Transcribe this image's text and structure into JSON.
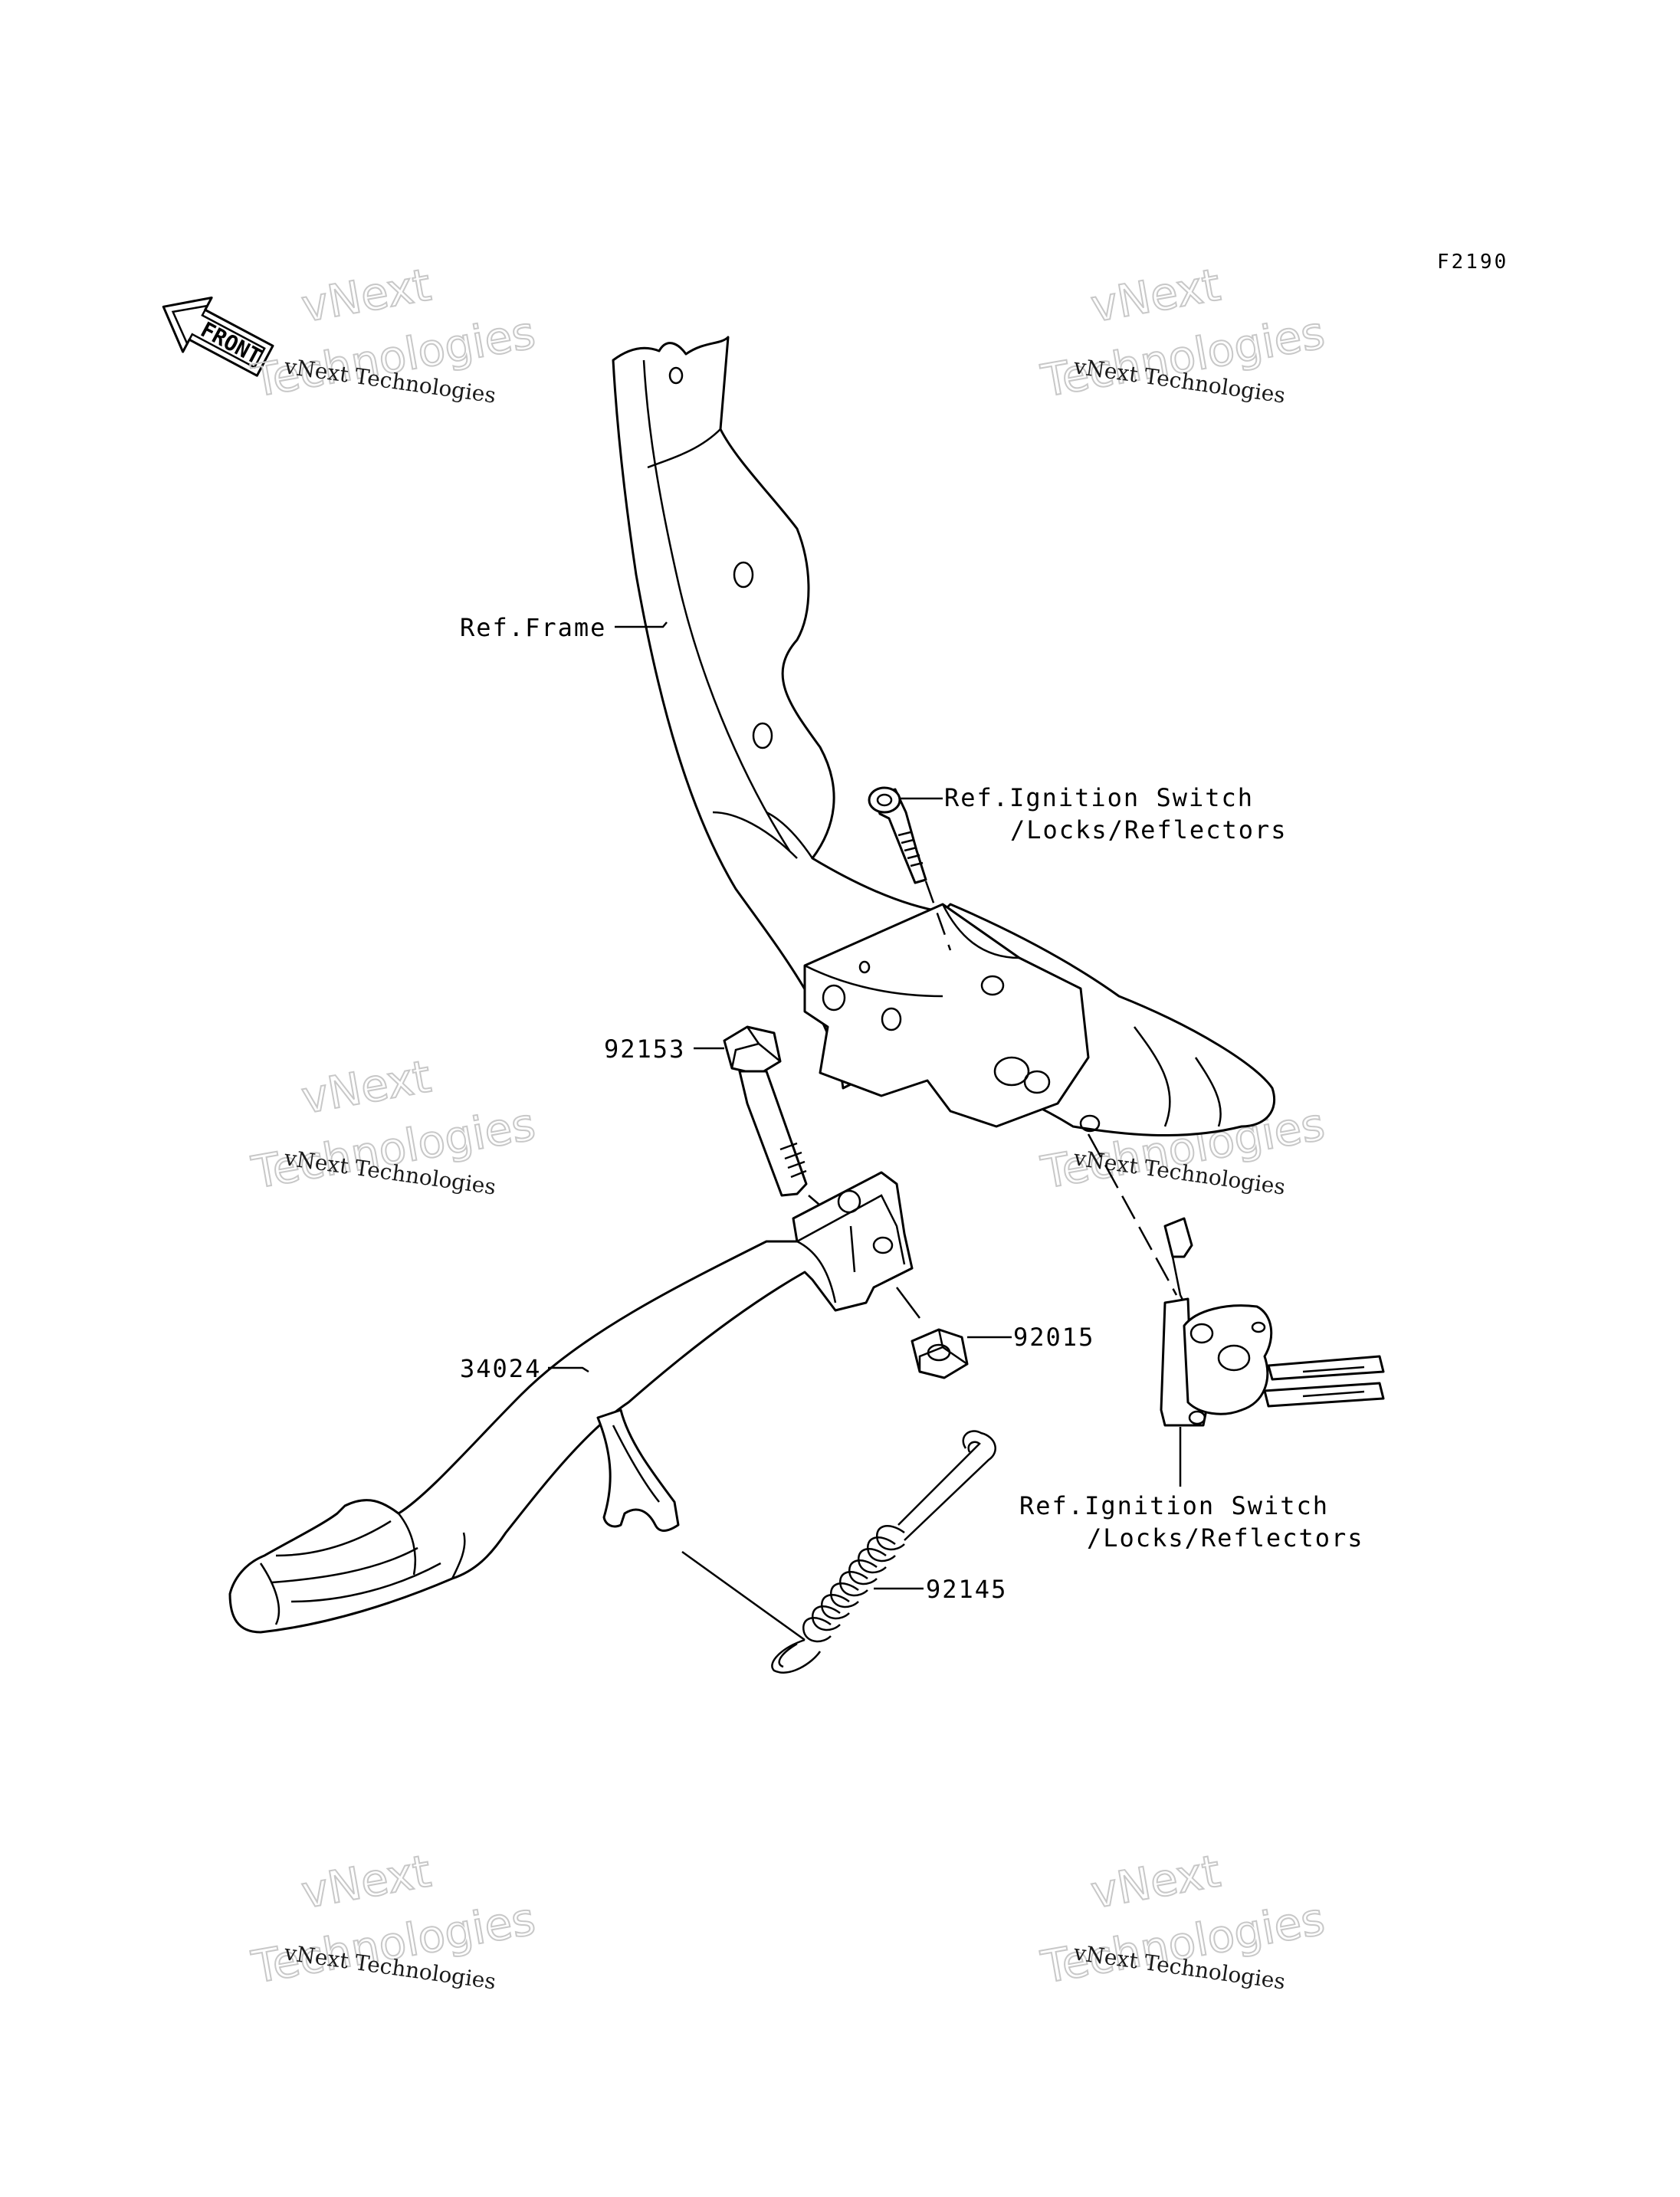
{
  "diagram_code": "F2190",
  "front_marker": "FRONT",
  "watermark": {
    "line_small": "vNext Technologies",
    "line_big_1": "vNext",
    "line_big_2": "Technologies"
  },
  "labels": {
    "ref_frame": "Ref.Frame",
    "ref_ignition_top_1": "Ref.Ignition Switch",
    "ref_ignition_top_2": "/Locks/Reflectors",
    "part_92153": "92153",
    "part_92015": "92015",
    "part_34024": "34024",
    "part_92145": "92145",
    "ref_ignition_bottom_1": "Ref.Ignition Switch",
    "ref_ignition_bottom_2": "/Locks/Reflectors"
  }
}
